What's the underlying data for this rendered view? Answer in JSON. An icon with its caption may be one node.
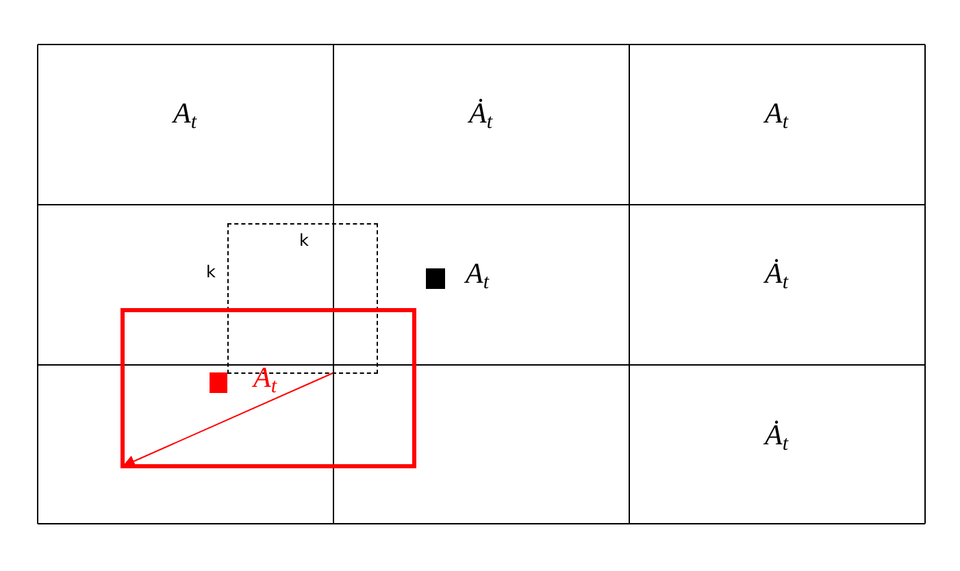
{
  "diagram": {
    "nodes": [
      {
        "text": [],
        "shape": "box"
      },
      {
        "text": [],
        "shape": "box"
      }
    ],
    "edges": [
      {
        "from": 0,
        "to": 1,
        "arrow": "to",
        "color": "#ff0000"
      }
    ],
    "labels": [
      "A$_{t}$",
      "Ȧ$_{t}$",
      "A$_{t}$",
      "k",
      "k",
      "Ȧ$_{t}$",
      "Ȧ$_{t}$"
    ],
    "legend": [
      {
        "text": "A$_{t}$",
        "color": "#000000"
      },
      {
        "text": "A$_{t}$",
        "color": "#ff0000"
      }
    ]
  }
}
